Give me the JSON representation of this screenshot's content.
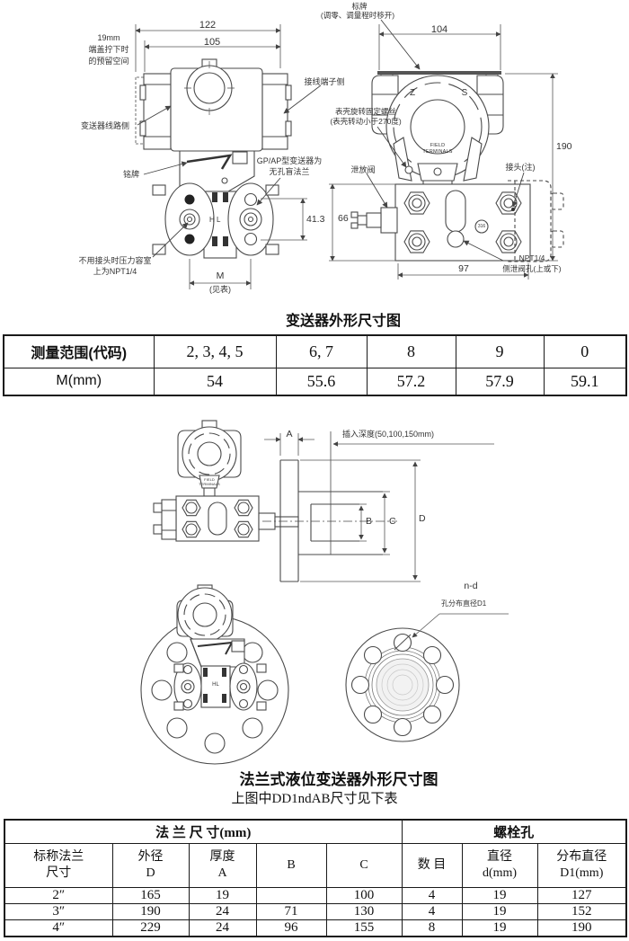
{
  "section1": {
    "title": "变送器外形尺寸图",
    "dims": {
      "d122": "122",
      "d105": "105",
      "d104": "104",
      "d190": "190",
      "d41": "41.3",
      "d66": "66",
      "d97": "97",
      "dM": "M",
      "dM_note": "(见表)"
    },
    "labels": {
      "space_l1": "19mm",
      "space_l2": "端盖拧下时",
      "space_l3": "的预留空间",
      "line_side": "变送器线路侧",
      "terminal_side": "接线端子侧",
      "nameplate": "铭牌",
      "gp_l1": "GP/AP型变送器为",
      "gp_l2": "无孔盲法兰",
      "npt_l1": "不用接头时压力容室",
      "npt_l2": "上为NPT1/4",
      "tag_l1": "标牌",
      "tag_l2": "(调零、调量程时移开)",
      "case_l1": "表壳旋转固定螺丝",
      "case_l2": "(表壳转动小于270度)",
      "drain": "泄放阀",
      "connector": "接头(注)",
      "npt_side_l1": "NPT1/4",
      "npt_side_l2": "侧泄阀孔(上或下)",
      "hl": "H L",
      "z": "Z",
      "s": "S",
      "field_l1": "FIELD",
      "field_l2": "TERMINALS",
      "tag316": "316"
    }
  },
  "table1": {
    "r1_label": "测量范围(代码)",
    "r1_values": [
      "2, 3, 4, 5",
      "6, 7",
      "8",
      "9",
      "0"
    ],
    "r2_label": "M(mm)",
    "r2_values": [
      "54",
      "55.6",
      "57.2",
      "57.9",
      "59.1"
    ]
  },
  "section2": {
    "title": "法兰式液位变送器外形尺寸图",
    "subtitle": "上图中DD1ndAB尺寸见下表",
    "dims": {
      "A": "A",
      "B": "B",
      "C": "C",
      "D": "D"
    },
    "labels": {
      "insert_depth": "插入深度(50,100,150mm)",
      "nd": "n-d",
      "hole_dia": "孔分布直径D1",
      "hl": "HL",
      "field_l1": "FIELD",
      "field_l2": "TERMINALS"
    }
  },
  "table2": {
    "group_flange": "法 兰 尺 寸(mm)",
    "group_bolt": "螺栓孔",
    "h_nominal_1": "标称法兰",
    "h_nominal_2": "尺寸",
    "h_od_1": "外径",
    "h_od_2": "D",
    "h_thick_1": "厚度",
    "h_thick_2": "A",
    "h_b": "B",
    "h_c": "C",
    "h_count": "数 目",
    "h_dia_1": "直径",
    "h_dia_2": "d(mm)",
    "h_dist_1": "分布直径",
    "h_dist_2": "D1(mm)",
    "rows": [
      [
        "2″",
        "165",
        "19",
        "",
        "100",
        "4",
        "19",
        "127"
      ],
      [
        "3″",
        "190",
        "24",
        "71",
        "130",
        "4",
        "19",
        "152"
      ],
      [
        "4″",
        "229",
        "24",
        "96",
        "155",
        "8",
        "19",
        "190"
      ]
    ]
  }
}
